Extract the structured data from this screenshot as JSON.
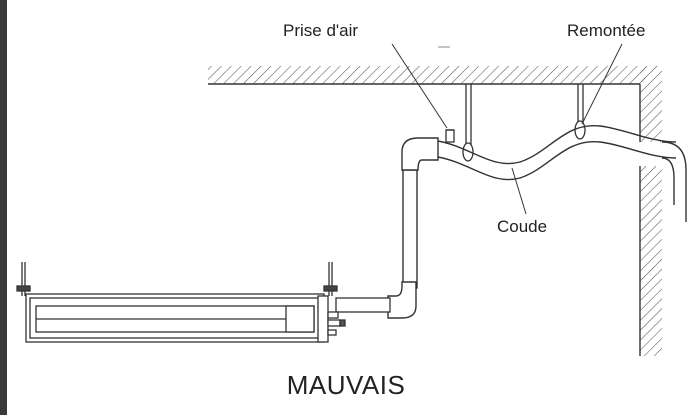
{
  "labels": {
    "air_intake": "Prise d'air",
    "rise": "Remontée",
    "bend": "Coude"
  },
  "caption": "MAUVAIS",
  "colors": {
    "line": "#333333",
    "hatch": "#555555",
    "left_edge": "#3a3a3a"
  }
}
